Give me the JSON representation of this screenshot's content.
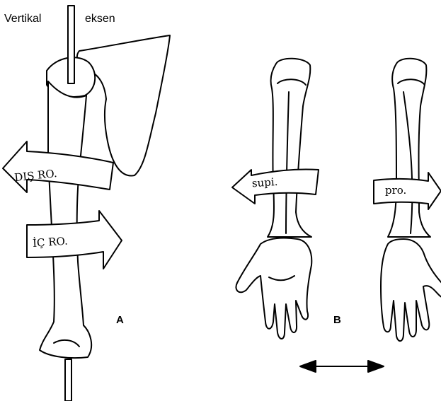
{
  "labels": {
    "vertical": "Vertikal",
    "axis": "eksen",
    "panel_a": "A",
    "panel_b": "B"
  },
  "arrows": {
    "external_rotation": "DIŞ RO.",
    "internal_rotation": "İÇ RO.",
    "supination": "supi.",
    "pronation": "pro."
  },
  "colors": {
    "line": "#000000",
    "fill": "#ffffff"
  }
}
